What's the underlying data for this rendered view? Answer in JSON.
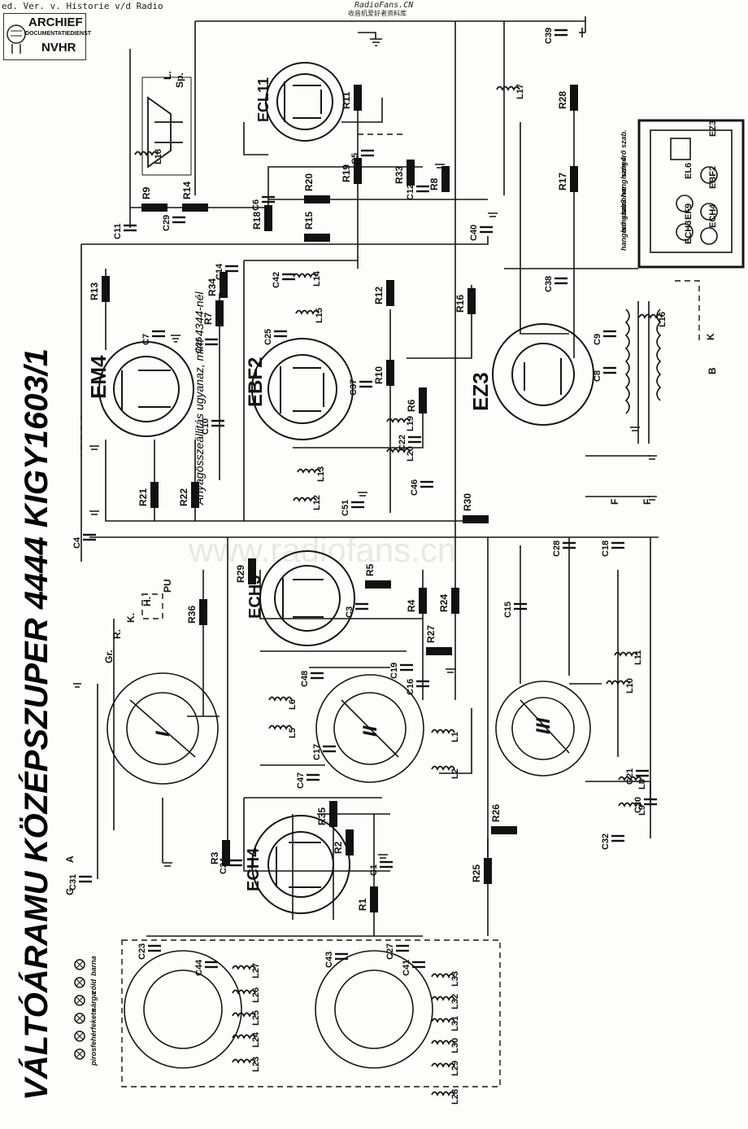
{
  "header": {
    "line": "ed. Ver. v. Historie v/d Radio",
    "site": "RadioFans.CN",
    "site_sub": "收音机爱好者资料库"
  },
  "stamp": {
    "name": "ARCHIEF",
    "sub": "DOCUMENTATIEDIENST",
    "org": "NVHR"
  },
  "title": "VÁLTÓÁRAMU KÖZÉPSZUPER 4444 KIGY1603/1",
  "side_note": "Anyagösszeállitás ugyanaz, mint 4344-nél",
  "watermark": "www.radiofans.cn",
  "tubes": [
    {
      "id": "EM4"
    },
    {
      "id": "EBF2"
    },
    {
      "id": "ECL11"
    },
    {
      "id": "EZ3"
    },
    {
      "id": "ECH3"
    },
    {
      "id": "ECH4"
    }
  ],
  "wafers": [
    "I",
    "II",
    "III"
  ],
  "resistors": [
    "R1",
    "R2",
    "R3",
    "R4",
    "R5",
    "R6",
    "R7",
    "R8",
    "R9",
    "R10",
    "R11",
    "R12",
    "R13",
    "R14",
    "R15",
    "R16",
    "R17",
    "R18",
    "R19",
    "R20",
    "R21",
    "R22",
    "R24",
    "R25",
    "R26",
    "R27",
    "R28",
    "R29",
    "R30",
    "R33",
    "R34",
    "R35",
    "R36"
  ],
  "capacitors": [
    "C1",
    "C3",
    "C4",
    "C5",
    "C6",
    "C7",
    "C8",
    "C9",
    "C10",
    "C11",
    "C12",
    "C14",
    "C15",
    "C16",
    "C17",
    "C18",
    "C19",
    "C20",
    "C21",
    "C22",
    "C23",
    "C24",
    "C25",
    "C26",
    "C27",
    "C28",
    "C29",
    "C31",
    "C32",
    "C37",
    "C38",
    "C39",
    "C40",
    "C41",
    "C42",
    "C43",
    "C44",
    "C46",
    "C47",
    "C48",
    "C51"
  ],
  "coils": [
    "L1",
    "L2",
    "L5",
    "L6",
    "L8",
    "L9",
    "L10",
    "L11",
    "L12",
    "L13",
    "L14",
    "L15",
    "L16",
    "L17",
    "L18",
    "L19",
    "L20",
    "L23",
    "L24",
    "L25",
    "L26",
    "L27",
    "L28",
    "L29",
    "L30",
    "L31",
    "L32",
    "L33"
  ],
  "lamp_panel": {
    "tubes": [
      "EZ3",
      "EL6",
      "EBF2",
      "EF9",
      "ECH4",
      "ECH3"
    ],
    "labels": [
      "hangerő szab.",
      "hang szín 4",
      "hanolvo",
      "hangsz. 3",
      "hangerő szab."
    ]
  },
  "band_labels": [
    "barna",
    "zöld",
    "sárga",
    "fekete",
    "fehér",
    "piros"
  ],
  "switch_labels": [
    "Gr.",
    "R.",
    "K.",
    "H.",
    "PU",
    "L.",
    "Sp.",
    "G",
    "A",
    "K",
    "B",
    "F",
    "F"
  ]
}
